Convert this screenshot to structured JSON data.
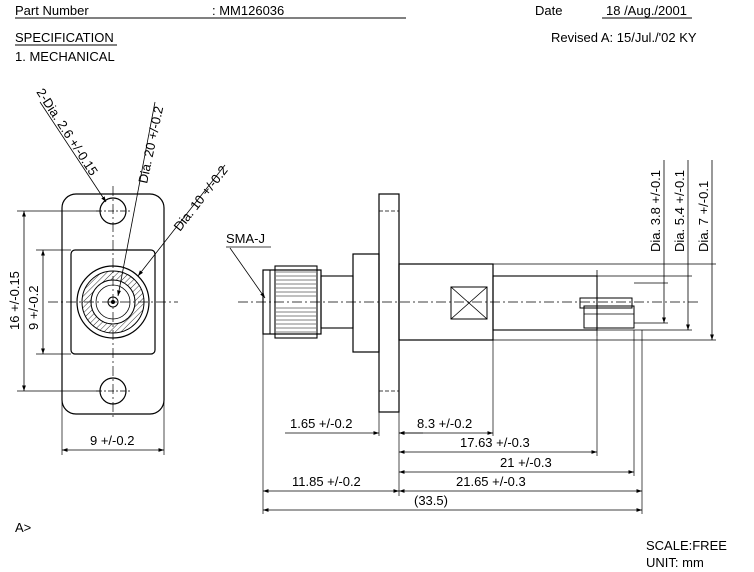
{
  "header": {
    "part_number_label": "Part Number",
    "part_number_value": ": MM126036",
    "date_label": "Date",
    "date_value": "18 /Aug./2001",
    "specification": "SPECIFICATION",
    "section": "1.    MECHANICAL",
    "revision": "Revised A: 15/Jul./'02 KY"
  },
  "front_view": {
    "hole_callout": "2-Dia. 2.6 +/-0.15",
    "flange_dia": "Dia. 20 +/-0.2",
    "body_dia": "Dia. 10 +/-0.2",
    "height_outer": "16 +/-0.15",
    "height_inner": "9 +/-0.2",
    "width": "9 +/-0.2"
  },
  "side_view": {
    "connector_label": "SMA-J",
    "dia_pin": "Dia. 3.8 +/-0.1",
    "dia_mid": "Dia. 5.4 +/-0.1",
    "dia_outer": "Dia. 7 +/-0.1",
    "dim_flange_thk": "1.65 +/-0.2",
    "dim_8_3": "8.3 +/-0.2",
    "dim_17_63": "17.63 +/-0.3",
    "dim_21": "21 +/-0.3",
    "dim_11_85": "11.85 +/-0.2",
    "dim_21_65": "21.65 +/-0.3",
    "dim_total": "(33.5)"
  },
  "footer": {
    "revision_mark": "A>",
    "scale": "SCALE:FREE",
    "unit": "UNIT:  mm"
  }
}
